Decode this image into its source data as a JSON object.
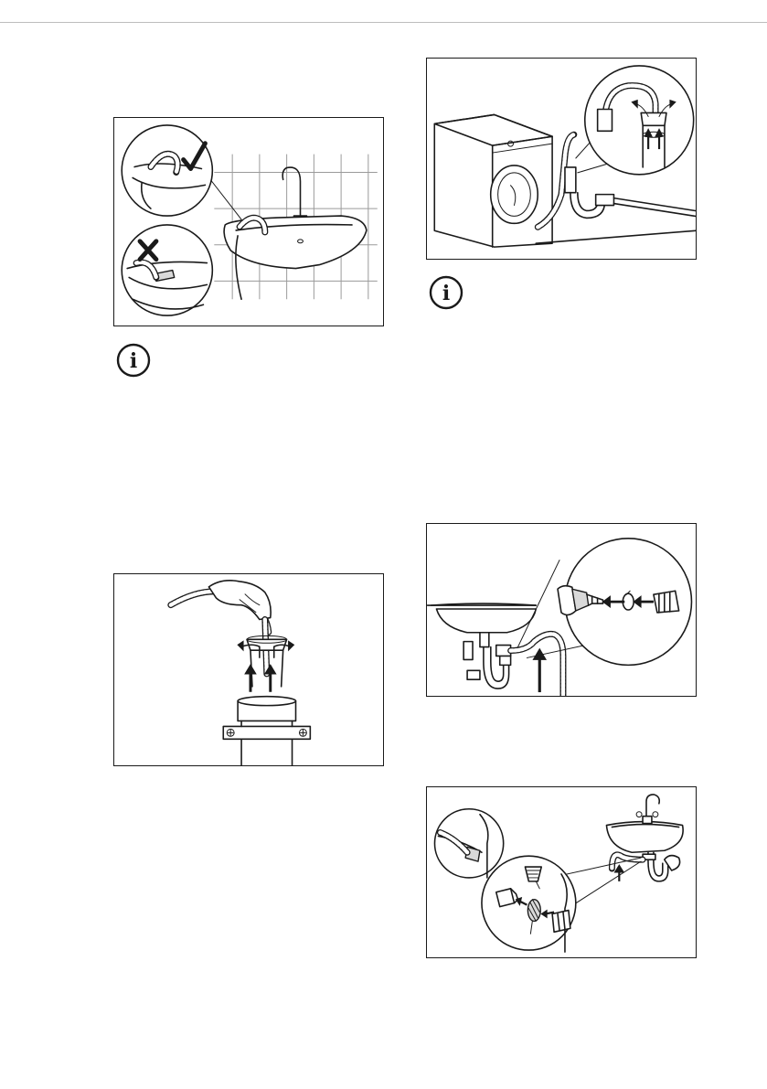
{
  "page": {
    "figures": [
      {
        "id": "sink-hook-installation",
        "icons": [
          "check-mark-icon",
          "cross-mark-icon"
        ]
      },
      {
        "id": "standpipe-drain-hose"
      },
      {
        "id": "washing-machine-drain-connection"
      },
      {
        "id": "sink-spigot-connection"
      },
      {
        "id": "sink-drain-filter-connection"
      }
    ],
    "info_icons": [
      {
        "id": "info-left",
        "glyph": "i"
      },
      {
        "id": "info-right",
        "glyph": "i"
      }
    ],
    "colors": {
      "line": "#1a1a1a",
      "frame": "#1a1a1a",
      "divider": "#bdbdbd",
      "background": "#ffffff"
    }
  }
}
